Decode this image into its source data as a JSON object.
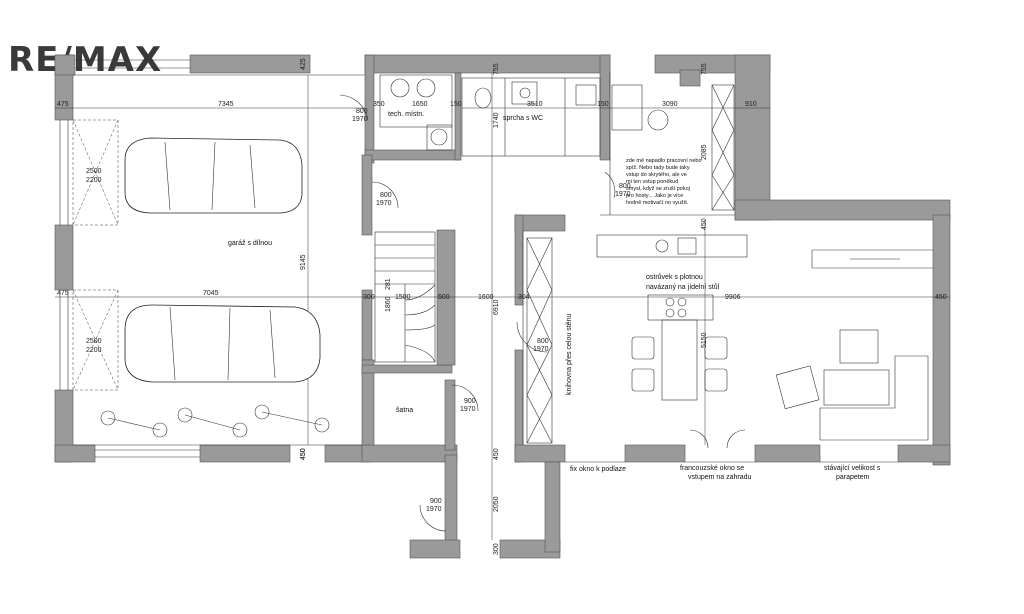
{
  "logo": {
    "text": "RE/MAX"
  },
  "rooms": {
    "garage": "garáž s dílnou",
    "tech": "tech. místn.",
    "shower": "sprcha s WC",
    "storage": "šatna",
    "office_note": [
      "zde mě napadlo pracovní nebo",
      "spíž. Nebo tady bude taky",
      "vstup do skrytého, ale ve",
      "mi ten vstup poněkud",
      "smysl, když se zruší pokoj",
      "pro hosty... Jako je více",
      "hodně motivačí no využít."
    ],
    "island": [
      "ostrůvek s plotnou",
      "navázaný na jídelní stůl"
    ],
    "bookcase": "knihovna přes celou stěnu",
    "fix_window": "fix okno k podlaze",
    "french_window": [
      "francouzské okno se",
      "vstupem na zahradu"
    ],
    "existing_window": [
      "stávající velikost s",
      "parapetem"
    ]
  },
  "doors": {
    "d1": [
      "800",
      "1970"
    ],
    "d2": [
      "800",
      "1970"
    ],
    "d3": [
      "800",
      "1970"
    ],
    "d4": [
      "900",
      "1970"
    ],
    "d5": [
      "900",
      "1970"
    ],
    "d6": [
      "800",
      "1970"
    ]
  },
  "dimensions": {
    "g_top_475": "475",
    "g_width_top": "7345",
    "g_wall_425": "425",
    "car_2500a": "2500",
    "car_2200a": "2200",
    "car_2500b": "2500",
    "car_2200b": "2200",
    "g_mid_475": "475",
    "g_width_mid": "7045",
    "g_depth": "9145",
    "g_bottom_450": "450",
    "t_350": "350",
    "t_1650": "1650",
    "t_150": "150",
    "t_755a": "755",
    "s_3510": "3510",
    "s_150": "150",
    "s_1740": "1740",
    "o_755": "755",
    "o_3090": "3090",
    "o_910": "910",
    "o_2085": "2085",
    "o_450": "450",
    "h_300": "300",
    "h_1500": "1500",
    "h_500": "500",
    "h_1600": "1600",
    "h_304": "304",
    "h_6910": "6910",
    "h_1860": "1860",
    "h_281": "281",
    "l_9906": "9906",
    "l_450": "450",
    "l_5150": "5150",
    "b_450a": "450",
    "b_450b": "450",
    "b_2050": "2050",
    "b_300": "300"
  }
}
